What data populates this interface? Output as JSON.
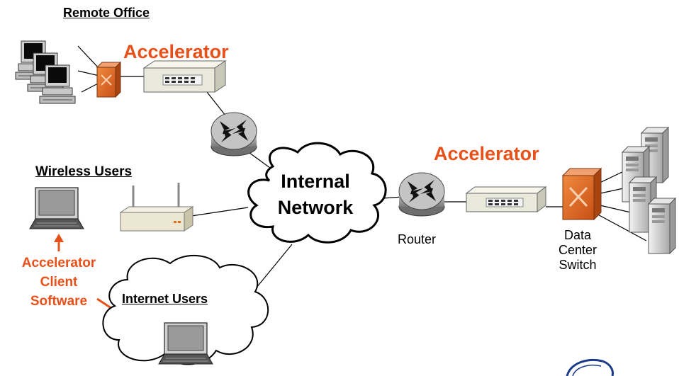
{
  "labels": {
    "remote_office": "Remote Office",
    "accelerator_remote": "Accelerator",
    "wireless_users": "Wireless Users",
    "internal_network_line1": "Internal",
    "internal_network_line2": "Network",
    "accelerator_dc": "Accelerator",
    "router": "Router",
    "dc_switch_line1": "Data",
    "dc_switch_line2": "Center",
    "dc_switch_line3": "Switch",
    "client_sw_line1": "Accelerator",
    "client_sw_line2": "Client",
    "client_sw_line3": "Software",
    "internet_users": "Internet Users"
  },
  "colors": {
    "accent": "#e8501a",
    "switch_orange": "#e06a28",
    "cloud_stroke": "#000000",
    "appliance": "#e9e9dc"
  },
  "icons": [
    "desktop-computer-icon",
    "switch-icon",
    "accelerator-appliance-icon",
    "router-icon",
    "wireless-access-point-icon",
    "laptop-icon",
    "server-tower-icon",
    "cloud-icon",
    "logo-icon"
  ]
}
